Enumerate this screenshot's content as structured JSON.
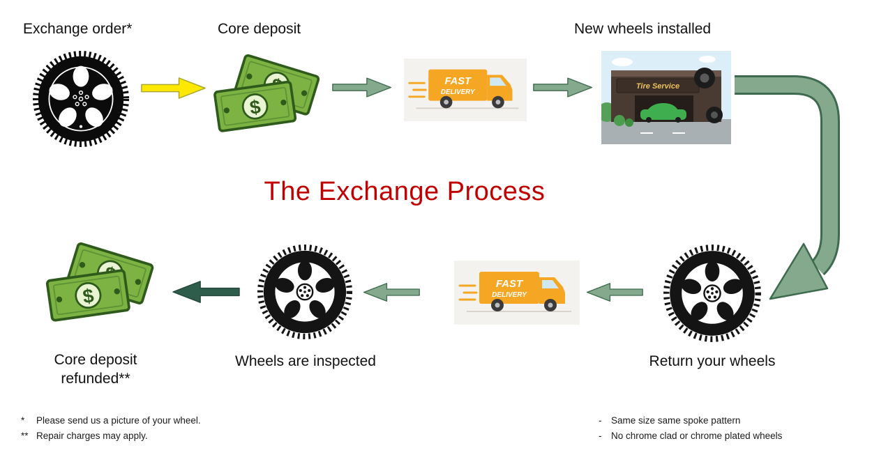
{
  "title": {
    "text": "The Exchange Process"
  },
  "colors": {
    "title": "#C00000",
    "arrow_yellow": "#FFE800",
    "arrow_yellow_outline": "#A8A832",
    "arrow_green": "#84A98C",
    "arrow_green_outline": "#3E6B4F",
    "arrow_dark_green": "#2F5D4B",
    "money_green": "#7CB342"
  },
  "steps": {
    "exchange_order": "Exchange order*",
    "core_deposit": "Core deposit",
    "new_wheels_installed": "New wheels installed",
    "return_your_wheels": "Return your wheels",
    "wheels_inspected": "Wheels are inspected",
    "refunded_line1": "Core deposit",
    "refunded_line2": "refunded**"
  },
  "truck": {
    "line1": "FAST",
    "line2": "DELIVERY"
  },
  "shop": {
    "sign": "Tire Service"
  },
  "money": {
    "symbol": "$"
  },
  "footnotes": {
    "left": [
      {
        "marker": "*",
        "text": "Please send us a picture of your wheel."
      },
      {
        "marker": "**",
        "text": "Repair charges may apply."
      }
    ],
    "right": [
      {
        "marker": "-",
        "text": "Same size same spoke pattern"
      },
      {
        "marker": "-",
        "text": "No chrome clad or chrome plated wheels"
      }
    ]
  }
}
